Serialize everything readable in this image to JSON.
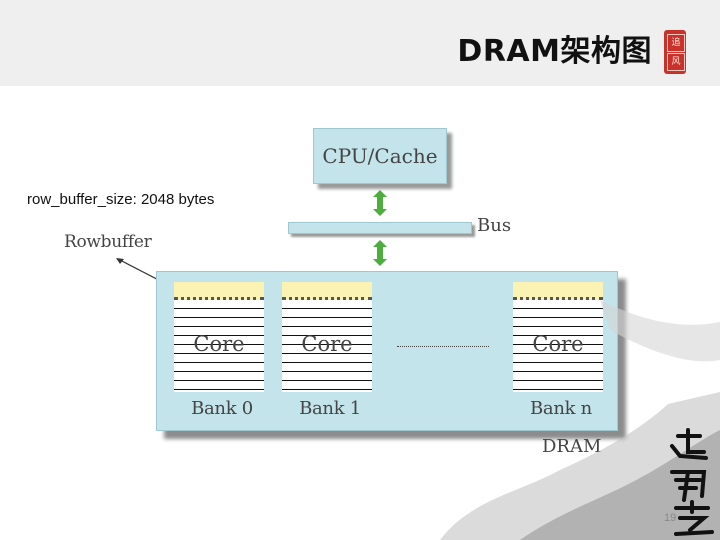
{
  "slide": {
    "title": "DRAM架构图",
    "page_number": "19"
  },
  "seal": {
    "chars": [
      "追",
      "风"
    ]
  },
  "diagram": {
    "cpu_label": "CPU/Cache",
    "bus_label": "Bus",
    "row_buffer_label": "Rowbuffer",
    "parameter_text": "row_buffer_size: 2048 bytes",
    "dram_label": "DRAM",
    "banks": [
      {
        "core_label": "Core",
        "bank_label": "Bank 0"
      },
      {
        "core_label": "Core",
        "bank_label": "Bank 1"
      },
      {
        "core_label": "Core",
        "bank_label": "Bank n"
      }
    ],
    "arrow_color": "#4cae3c",
    "row_buffer_color": "#fbf3b3",
    "box_color": "#c3e4ea"
  },
  "calligraphy": {
    "text": "追风堂"
  }
}
